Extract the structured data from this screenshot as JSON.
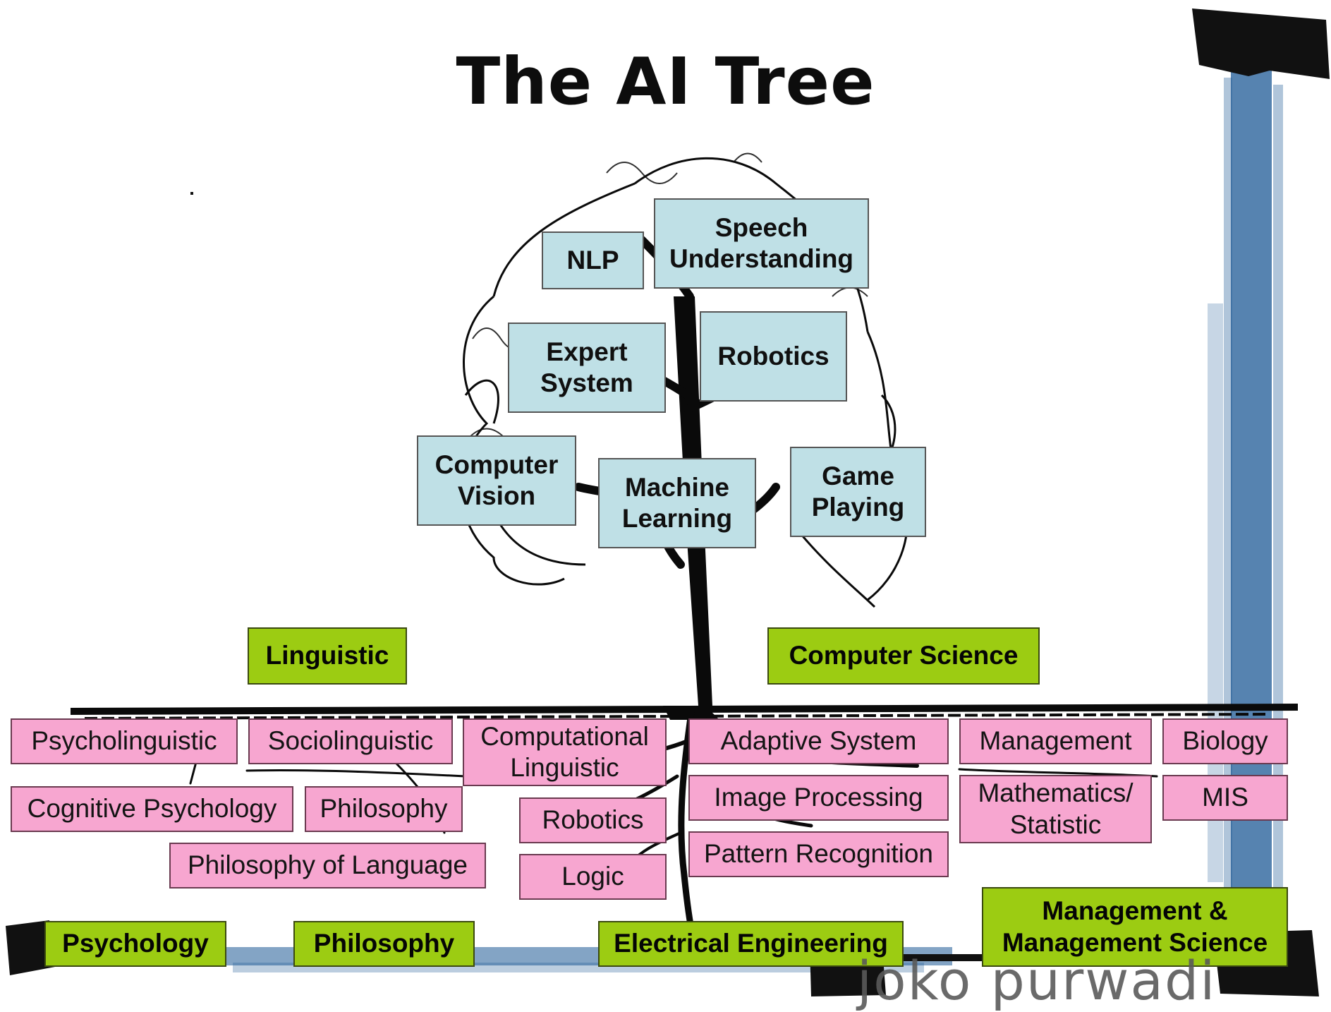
{
  "title": "The AI Tree",
  "colors": {
    "ai_fill": "#bfe0e6",
    "field_fill": "#9ccc12",
    "sub_fill": "#f7a6d0",
    "tree": "#0a0a0a",
    "chalk_blue": "#1e5a96"
  },
  "ai_areas": [
    "NLP",
    "Speech\nUnderstanding",
    "Expert\nSystem",
    "Robotics",
    "Computer\nVision",
    "Machine\nLearning",
    "Game\nPlaying"
  ],
  "fields": [
    "Linguistic",
    "Computer Science",
    "Psychology",
    "Philosophy",
    "Electrical Engineering",
    "Management &\nManagement Science"
  ],
  "subfields": [
    "Psycholinguistic",
    "Sociolinguistic",
    "Computational\nLinguistic",
    "Adaptive System",
    "Management",
    "Biology",
    "Cognitive Psychology",
    "Philosophy",
    "Robotics",
    "Image Processing",
    "Mathematics/\nStatistic",
    "MIS",
    "Philosophy of Language",
    "Logic",
    "Pattern Recognition"
  ],
  "signature": "joko purwadi"
}
